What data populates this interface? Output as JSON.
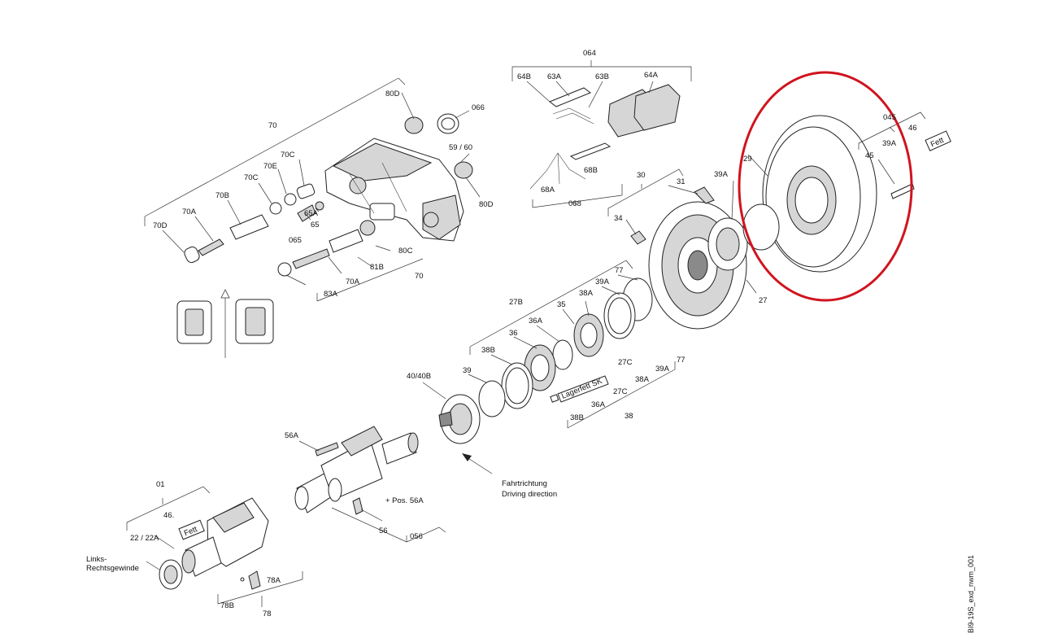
{
  "highlight_color": "#d0141e",
  "labels": {
    "l_064": "064",
    "l_64B": "64B",
    "l_63A": "63A",
    "l_63B": "63B",
    "l_64A": "64A",
    "l_68A": "68A",
    "l_68B": "68B",
    "l_068": "068",
    "l_70": "70",
    "l_80D_top": "80D",
    "l_066": "066",
    "l_59_60": "59 /  60",
    "l_70C_a": "70C",
    "l_70E": "70E",
    "l_70C_b": "70C",
    "l_70B": "70B",
    "l_70A_top": "70A",
    "l_70D": "70D",
    "l_80D_r": "80D",
    "l_65A": "65A",
    "l_65": "65",
    "l_065": "065",
    "l_80C": "80C",
    "l_81B": "81B",
    "l_70A_bot": "70A",
    "l_70_bot": "70",
    "l_83A": "83A",
    "l_30": "30",
    "l_31": "31",
    "l_39A_top": "39A",
    "l_34": "34",
    "l_29": "29",
    "l_045": "045",
    "l_46_top": "46",
    "l_39A_r": "39A",
    "l_45": "45",
    "l_fett_top": "Fett",
    "l_27": "27",
    "l_77_top": "77",
    "l_39A_mid": "39A",
    "l_27B": "27B",
    "l_38A_top": "38A",
    "l_35": "35",
    "l_36A_top": "36A",
    "l_36": "36",
    "l_38B_top": "38B",
    "l_39": "39",
    "l_lagerfett": "Lagerfett SK",
    "l_27C_a": "27C",
    "l_77_b": "77",
    "l_39A_b": "39A",
    "l_38A_b": "38A",
    "l_27C_b": "27C",
    "l_36A_b": "36A",
    "l_38B_b": "38B",
    "l_38_b": "38",
    "l_40_40B": "40/40B",
    "l_56A_top": "56A",
    "l_fahrtrichtung": "Fahrtrichtung",
    "l_driving": "Driving direction",
    "l_pos56A": "+ Pos. 56A",
    "l_56": "56",
    "l_056": "056",
    "l_01": "01",
    "l_46_bot": "46.",
    "l_fett_bot": "Fett",
    "l_22_22A": "22 / 22A",
    "l_links": "Links-",
    "l_rechts": "Rechtsgewinde",
    "l_78A": "78A",
    "l_78B": "78B",
    "l_78": "78",
    "l_code": "BI9-19S_exd_nwm_001"
  }
}
